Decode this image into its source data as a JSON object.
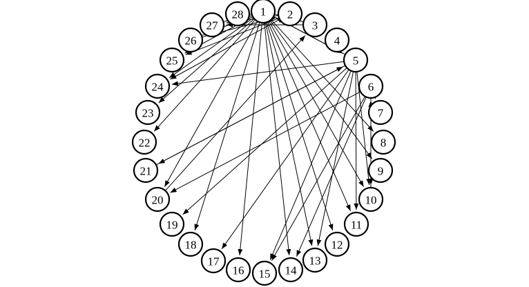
{
  "diagram": {
    "nodes": [
      {
        "id": 1,
        "label": "1"
      },
      {
        "id": 2,
        "label": "2"
      },
      {
        "id": 3,
        "label": "3"
      },
      {
        "id": 4,
        "label": "4"
      },
      {
        "id": 5,
        "label": "5"
      },
      {
        "id": 6,
        "label": "6"
      },
      {
        "id": 7,
        "label": "7"
      },
      {
        "id": 8,
        "label": "8"
      },
      {
        "id": 9,
        "label": "9"
      },
      {
        "id": 10,
        "label": "10"
      },
      {
        "id": 11,
        "label": "11"
      },
      {
        "id": 12,
        "label": "12"
      },
      {
        "id": 13,
        "label": "13"
      },
      {
        "id": 14,
        "label": "14"
      },
      {
        "id": 15,
        "label": "15"
      },
      {
        "id": 16,
        "label": "16"
      },
      {
        "id": 17,
        "label": "17"
      },
      {
        "id": 18,
        "label": "18"
      },
      {
        "id": 19,
        "label": "19"
      },
      {
        "id": 20,
        "label": "20"
      },
      {
        "id": 21,
        "label": "21"
      },
      {
        "id": 22,
        "label": "22"
      },
      {
        "id": 23,
        "label": "23"
      },
      {
        "id": 24,
        "label": "24"
      },
      {
        "id": 25,
        "label": "25"
      },
      {
        "id": 26,
        "label": "26"
      },
      {
        "id": 27,
        "label": "27"
      },
      {
        "id": 28,
        "label": "28"
      }
    ],
    "edges": [
      {
        "from": 1,
        "to": 2
      },
      {
        "from": 1,
        "to": 3
      },
      {
        "from": 1,
        "to": 5
      },
      {
        "from": 1,
        "to": 8
      },
      {
        "from": 1,
        "to": 9
      },
      {
        "from": 1,
        "to": 10
      },
      {
        "from": 1,
        "to": 11
      },
      {
        "from": 1,
        "to": 12
      },
      {
        "from": 1,
        "to": 13
      },
      {
        "from": 1,
        "to": 14
      },
      {
        "from": 1,
        "to": 16
      },
      {
        "from": 1,
        "to": 18
      },
      {
        "from": 1,
        "to": 20
      },
      {
        "from": 1,
        "to": 22
      },
      {
        "from": 1,
        "to": 23
      },
      {
        "from": 1,
        "to": 24
      },
      {
        "from": 1,
        "to": 25
      },
      {
        "from": 1,
        "to": 26
      },
      {
        "from": 1,
        "to": 27
      },
      {
        "from": 2,
        "to": 1
      },
      {
        "from": 2,
        "to": 24
      },
      {
        "from": 2,
        "to": 25
      },
      {
        "from": 2,
        "to": 27
      },
      {
        "from": 3,
        "to": 1
      },
      {
        "from": 3,
        "to": 27
      },
      {
        "from": 5,
        "to": 1
      },
      {
        "from": 5,
        "to": 10
      },
      {
        "from": 5,
        "to": 11
      },
      {
        "from": 5,
        "to": 13
      },
      {
        "from": 5,
        "to": 15
      },
      {
        "from": 5,
        "to": 17
      },
      {
        "from": 5,
        "to": 19
      },
      {
        "from": 5,
        "to": 21
      },
      {
        "from": 5,
        "to": 24
      },
      {
        "from": 6,
        "to": 7
      },
      {
        "from": 6,
        "to": 10
      },
      {
        "from": 6,
        "to": 14
      },
      {
        "from": 6,
        "to": 15
      },
      {
        "from": 6,
        "to": 20
      },
      {
        "from": 10,
        "to": 6
      },
      {
        "from": 26,
        "to": 1
      },
      {
        "from": 26,
        "to": 2
      },
      {
        "from": 27,
        "to": 1
      },
      {
        "from": 21,
        "to": 5
      },
      {
        "from": 20,
        "to": 3
      }
    ]
  }
}
